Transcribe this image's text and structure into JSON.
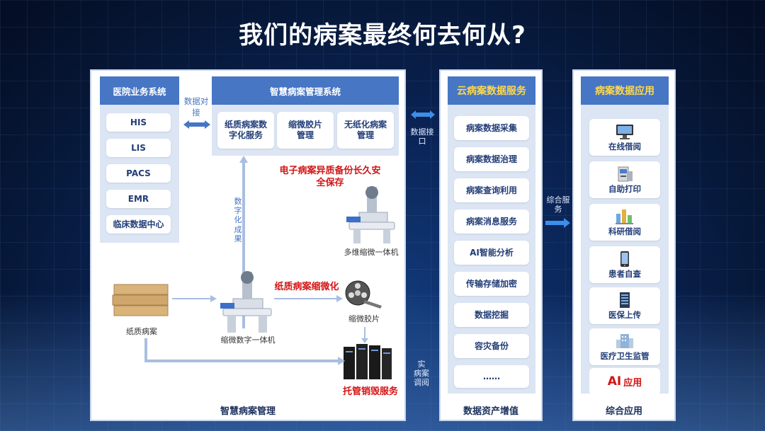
{
  "title": "我们的病案最终何去何从?",
  "hospital": {
    "header": "医院业务系统",
    "items": [
      "HIS",
      "LIS",
      "PACS",
      "EMR",
      "临床数据中心"
    ]
  },
  "data_link_label": "数据对接",
  "smart_system": {
    "header": "智慧病案管理系统",
    "items": [
      "纸质病案数字化服务",
      "缩微胶片管理",
      "无纸化病案管理"
    ]
  },
  "digital_result_label": "数字化成果",
  "red_backup": "电子病案异质备份长久安全保存",
  "red_microfilm": "纸质病案缩微化",
  "red_destroy": "托管销毁服务",
  "labels": {
    "multi_machine": "多维缩微一体机",
    "paper_records": "纸质病案",
    "digital_machine": "缩微数字一体机",
    "microfilm": "缩微胶片"
  },
  "main_footer": "智慧病案管理",
  "data_interface_label": "数据接口",
  "review_label": "病案调阅",
  "review_label_partial": "实",
  "cloud": {
    "header": "云病案数据服务",
    "items": [
      "病案数据采集",
      "病案数据治理",
      "病案查询利用",
      "病案消息服务",
      "AI智能分析",
      "传输存储加密",
      "数据挖掘",
      "容灾备份",
      "……"
    ],
    "footer": "数据资产增值"
  },
  "service_label": "综合服务",
  "app": {
    "header": "病案数据应用",
    "items": [
      {
        "label": "在线借阅",
        "icon": "monitor-icon"
      },
      {
        "label": "自助打印",
        "icon": "printer-kiosk-icon"
      },
      {
        "label": "科研借阅",
        "icon": "research-icon"
      },
      {
        "label": "患者自查",
        "icon": "mobile-phone-icon"
      },
      {
        "label": "医保上传",
        "icon": "server-icon"
      },
      {
        "label": "医疗卫生监管",
        "icon": "building-icon"
      }
    ],
    "ai_prefix": "AI",
    "ai_label": "应用",
    "footer": "综合应用"
  }
}
